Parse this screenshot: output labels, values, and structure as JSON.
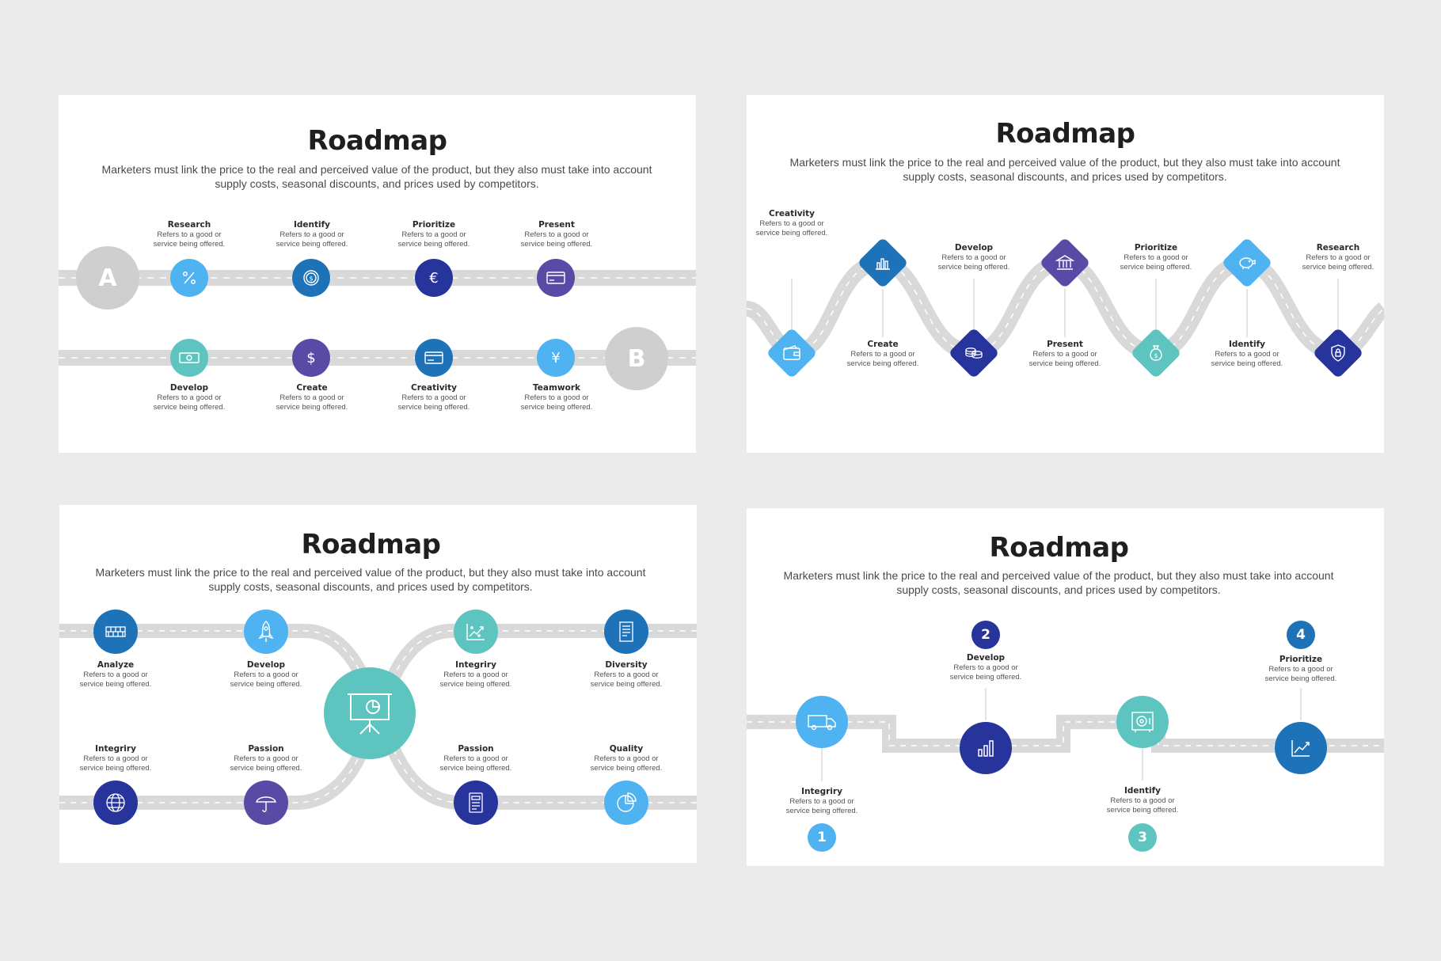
{
  "colors": {
    "background": "#ebebeb",
    "road": "#d9d9d9",
    "road_dash": "#ffffff",
    "light_blue": "#4fb3f2",
    "blue": "#1e73b8",
    "navy": "#26349c",
    "purple": "#5a4aa6",
    "teal": "#5ec4bf",
    "letter_gray": "#cfcfcf"
  },
  "slides": [
    {
      "title": "Roadmap",
      "description": "Marketers must link the price to the real and perceived value of the product, but they also must take into account supply costs, seasonal discounts, and prices used by competitors.",
      "letters": [
        "A",
        "B"
      ],
      "steps_top": [
        {
          "title": "Research",
          "text": "Refers to a good or service being offered.",
          "icon": "percent-icon",
          "color": "light_blue"
        },
        {
          "title": "Identify",
          "text": "Refers to a good or service being offered.",
          "icon": "coin-icon",
          "color": "blue"
        },
        {
          "title": "Prioritize",
          "text": "Refers to a good or service being offered.",
          "icon": "euro-icon",
          "color": "navy"
        },
        {
          "title": "Present",
          "text": "Refers to a good or service being offered.",
          "icon": "credit-card-icon",
          "color": "purple"
        }
      ],
      "steps_bottom": [
        {
          "title": "Develop",
          "text": "Refers to a good or service being offered.",
          "icon": "banknote-icon",
          "color": "teal"
        },
        {
          "title": "Create",
          "text": "Refers to a good or service being offered.",
          "icon": "dollar-icon",
          "color": "purple"
        },
        {
          "title": "Creativity",
          "text": "Refers to a good or service being offered.",
          "icon": "card-icon",
          "color": "blue"
        },
        {
          "title": "Teamwork",
          "text": "Refers to a good or service being offered.",
          "icon": "yen-icon",
          "color": "light_blue"
        }
      ]
    },
    {
      "title": "Roadmap",
      "description": "Marketers must link the price to the real and perceived value of the product, but they also must take into account supply costs, seasonal discounts, and prices used by competitors.",
      "steps": [
        {
          "title": "Creativity",
          "text": "Refers to a good or service being offered.",
          "icon": "wallet-icon",
          "color": "light_blue"
        },
        {
          "title": "Create",
          "text": "Refers to a good or service being offered.",
          "icon": "bar-chart-icon",
          "color": "blue"
        },
        {
          "title": "Develop",
          "text": "Refers to a good or service being offered.",
          "icon": "coins-stack-icon",
          "color": "navy"
        },
        {
          "title": "Present",
          "text": "Refers to a good or service being offered.",
          "icon": "bank-icon",
          "color": "purple"
        },
        {
          "title": "Prioritize",
          "text": "Refers to a good or service being offered.",
          "icon": "money-bag-icon",
          "color": "teal"
        },
        {
          "title": "Identify",
          "text": "Refers to a good or service being offered.",
          "icon": "piggy-bank-icon",
          "color": "light_blue"
        },
        {
          "title": "Research",
          "text": "Refers to a good or service being offered.",
          "icon": "shield-lock-icon",
          "color": "navy"
        }
      ]
    },
    {
      "title": "Roadmap",
      "description": "Marketers must link the price to the real and perceived value of the product, but they also must take into account supply costs, seasonal discounts, and prices used by competitors.",
      "center_icon": "presentation-board-icon",
      "steps_top": [
        {
          "title": "Analyze",
          "text": "Refers to a good or service being offered.",
          "icon": "bricks-icon",
          "color": "blue"
        },
        {
          "title": "Develop",
          "text": "Refers to a good or service being offered.",
          "icon": "rocket-icon",
          "color": "light_blue"
        },
        {
          "title": "Integriry",
          "text": "Refers to a good or service being offered.",
          "icon": "growth-chart-icon",
          "color": "teal"
        },
        {
          "title": "Diversity",
          "text": "Refers to a good or service being offered.",
          "icon": "receipt-icon",
          "color": "blue"
        }
      ],
      "steps_bottom": [
        {
          "title": "Integriry",
          "text": "Refers to a good or service being offered.",
          "icon": "globe-icon",
          "color": "navy"
        },
        {
          "title": "Passion",
          "text": "Refers to a good or service being offered.",
          "icon": "umbrella-icon",
          "color": "purple"
        },
        {
          "title": "Passion",
          "text": "Refers to a good or service being offered.",
          "icon": "document-icon",
          "color": "navy"
        },
        {
          "title": "Quality",
          "text": "Refers to a good or service being offered.",
          "icon": "pie-chart-icon",
          "color": "light_blue"
        }
      ]
    },
    {
      "title": "Roadmap",
      "description": "Marketers must link the price to the real and perceived value of the product, but they also must take into account supply costs, seasonal discounts, and prices used by competitors.",
      "steps": [
        {
          "number": "1",
          "title": "Integriry",
          "text": "Refers to a good or service being offered.",
          "icon": "truck-icon",
          "color": "light_blue"
        },
        {
          "number": "2",
          "title": "Develop",
          "text": "Refers to a good or service being offered.",
          "icon": "bar-chart-icon",
          "color": "navy"
        },
        {
          "number": "3",
          "title": "Identify",
          "text": "Refers to a good or service being offered.",
          "icon": "safe-icon",
          "color": "teal"
        },
        {
          "number": "4",
          "title": "Prioritize",
          "text": "Refers to a good or service being offered.",
          "icon": "line-chart-icon",
          "color": "blue"
        }
      ]
    }
  ]
}
